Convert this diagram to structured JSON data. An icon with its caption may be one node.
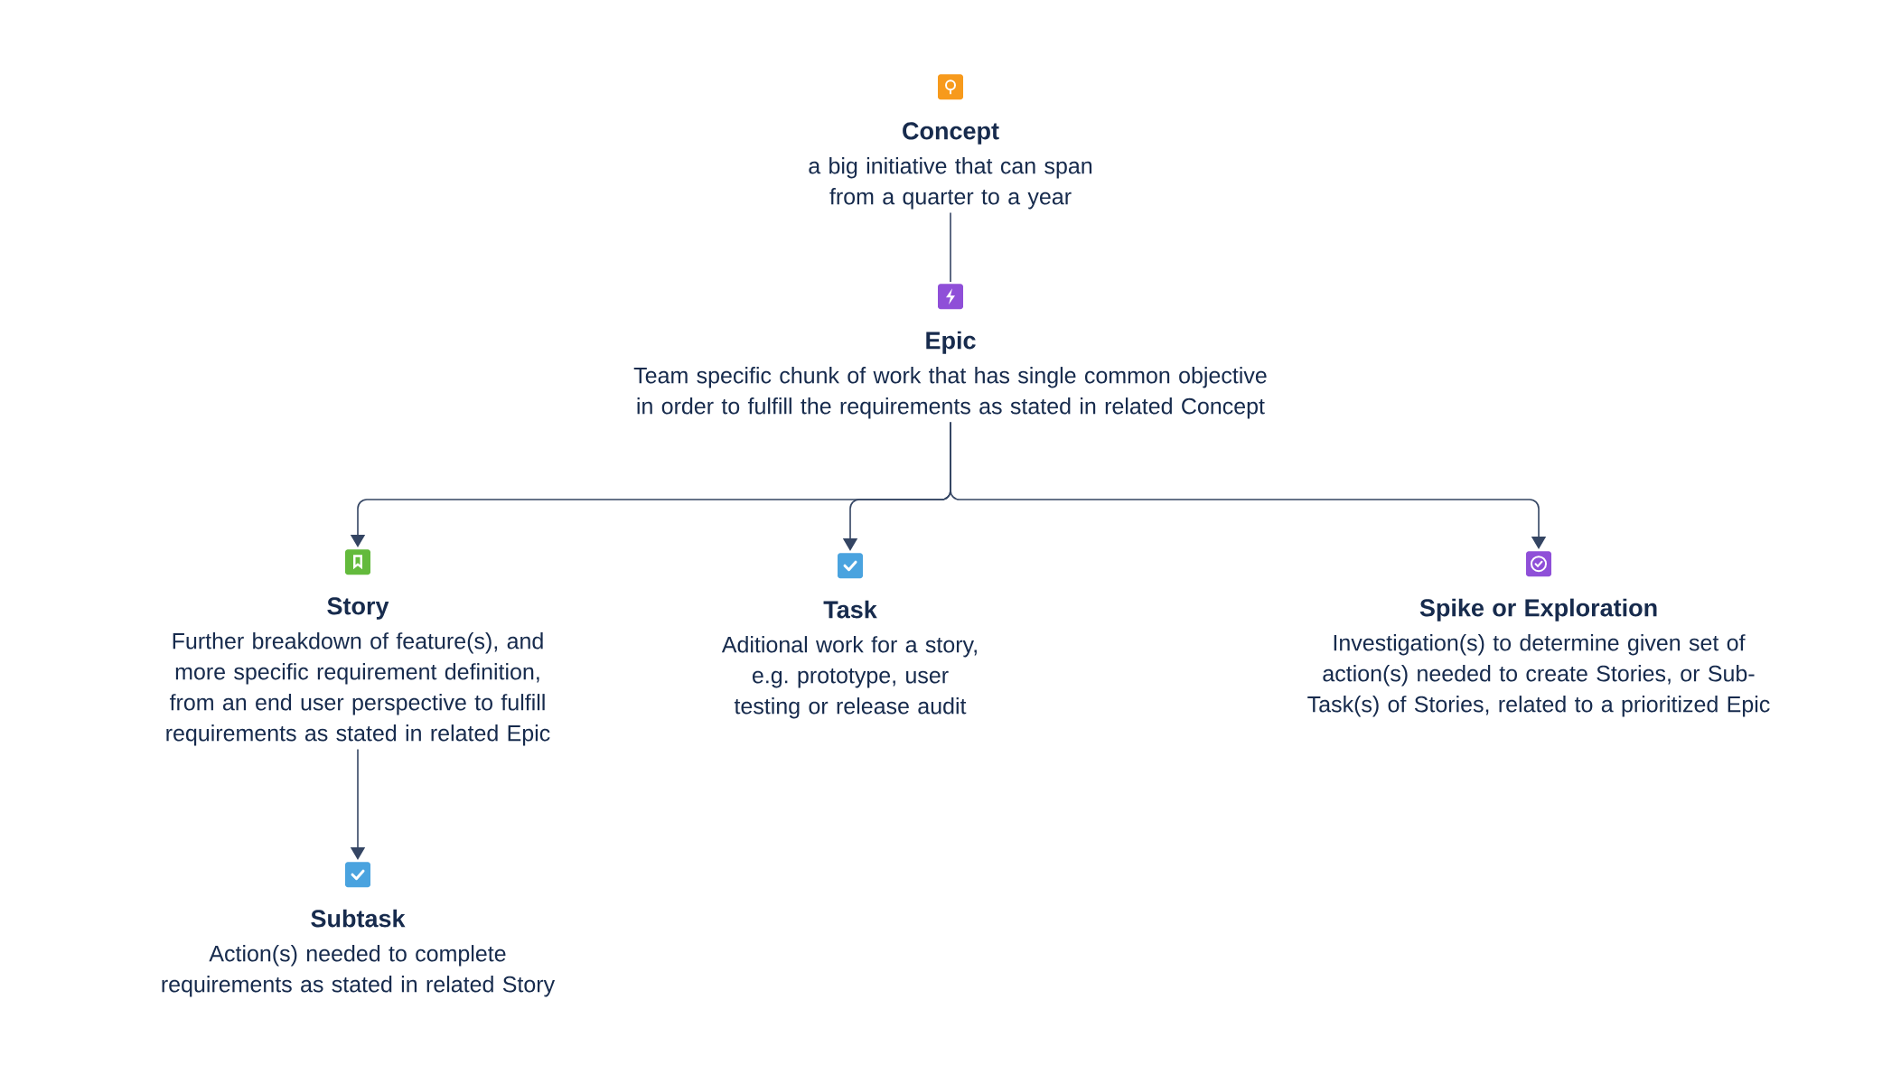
{
  "diagram": {
    "nodes": [
      {
        "text": [
          "Concept",
          "a big initiative that can span from a quarter to a year"
        ]
      },
      {
        "text": [
          "Epic",
          "Team specific chunk of work that has single common objective in order to fulfill the requirements as stated in related Concept"
        ]
      },
      {
        "text": [
          "Story",
          "Further breakdown of feature(s), and more specific requirement definition, from an end user perspective to fulfill requirements as stated in related Epic"
        ]
      },
      {
        "text": [
          "Task",
          "Aditional work for a story, e.g. prototype, user testing or release audit"
        ]
      },
      {
        "text": [
          "Spike or Exploration",
          "Investigation(s) to determine given set of action(s) needed to create Stories, or Sub-Task(s) of Stories, related to a prioritized Epic"
        ]
      },
      {
        "text": [
          "Subtask",
          "Action(s) needed to complete requirements as stated in related Story"
        ]
      }
    ],
    "edges": [
      {
        "from": 0,
        "to": 1,
        "arrow": "none"
      },
      {
        "from": 1,
        "to": 2,
        "arrow": "to"
      },
      {
        "from": 1,
        "to": 3,
        "arrow": "to"
      },
      {
        "from": 1,
        "to": 4,
        "arrow": "to"
      },
      {
        "from": 2,
        "to": 5,
        "arrow": "to"
      }
    ]
  }
}
